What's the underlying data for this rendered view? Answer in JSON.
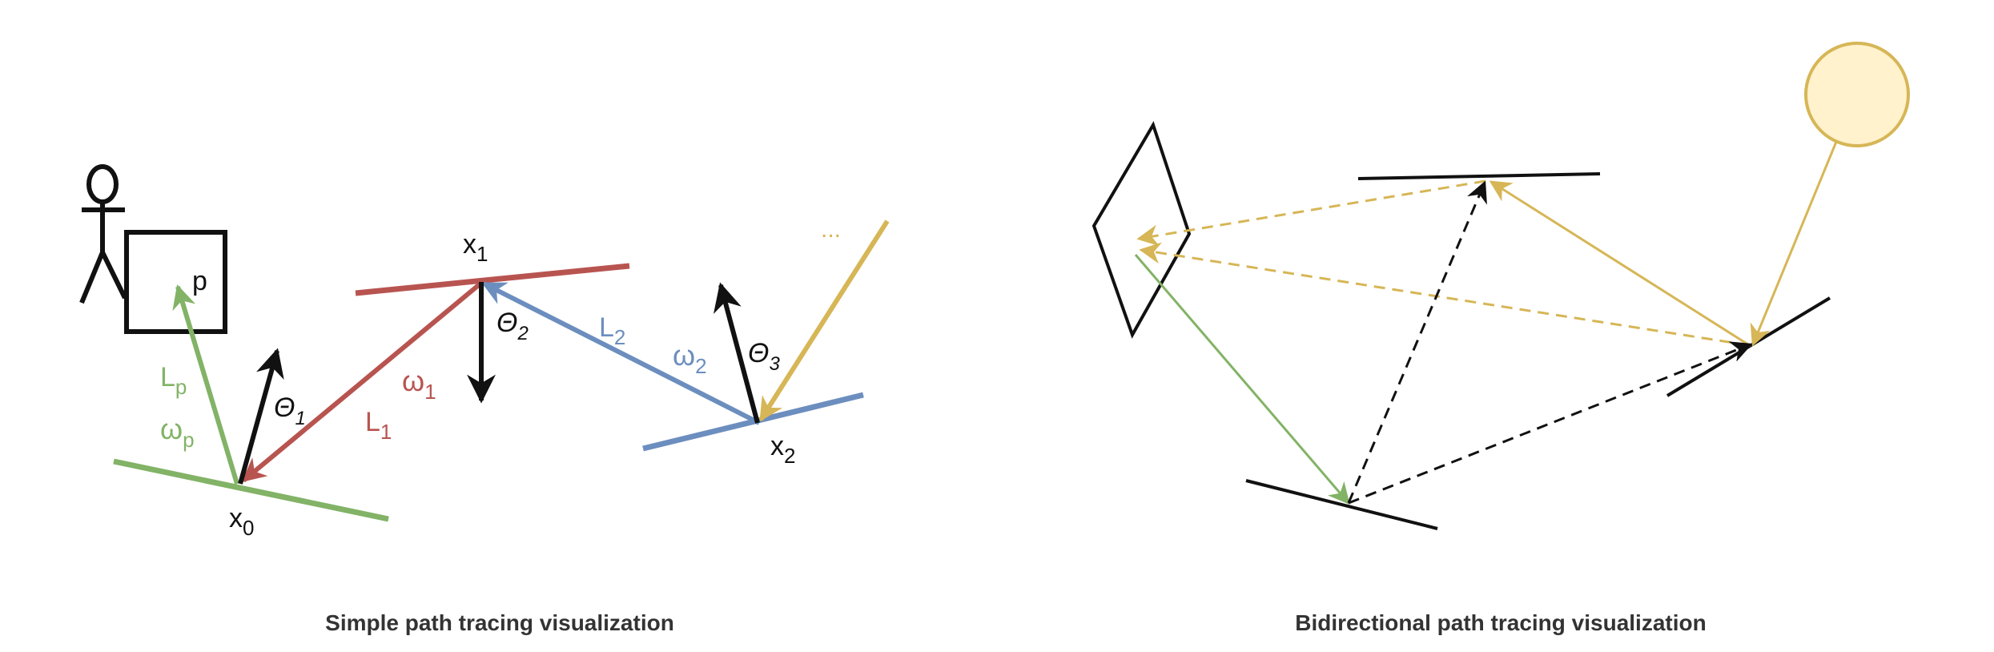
{
  "colors": {
    "black": "#111111",
    "green": "#82b366",
    "red": "#b85450",
    "blue": "#6c8ebf",
    "yellow": "#d6b656",
    "sun_fill": "#fff2cc",
    "caption": "#333333"
  },
  "icons": {
    "viewer": "stick-figure-icon",
    "sun": "light-source-icon"
  },
  "left": {
    "caption": "Simple path tracing visualization",
    "labels": {
      "p": "p",
      "x0": "x",
      "x0_sub": "0",
      "x1": "x",
      "x1_sub": "1",
      "x2": "x",
      "x2_sub": "2",
      "theta1": "Θ",
      "theta1_sub": "1",
      "theta2": "Θ",
      "theta2_sub": "2",
      "theta3": "Θ",
      "theta3_sub": "3",
      "Lp": "L",
      "Lp_sub": "p",
      "omega_p": "ω",
      "omega_p_sub": "p",
      "L1": "L",
      "L1_sub": "1",
      "omega1": "ω",
      "omega1_sub": "1",
      "L2": "L",
      "L2_sub": "2",
      "omega2": "ω",
      "omega2_sub": "2",
      "ellipsis": "..."
    }
  },
  "right": {
    "caption": "Bidirectional path tracing visualization"
  }
}
